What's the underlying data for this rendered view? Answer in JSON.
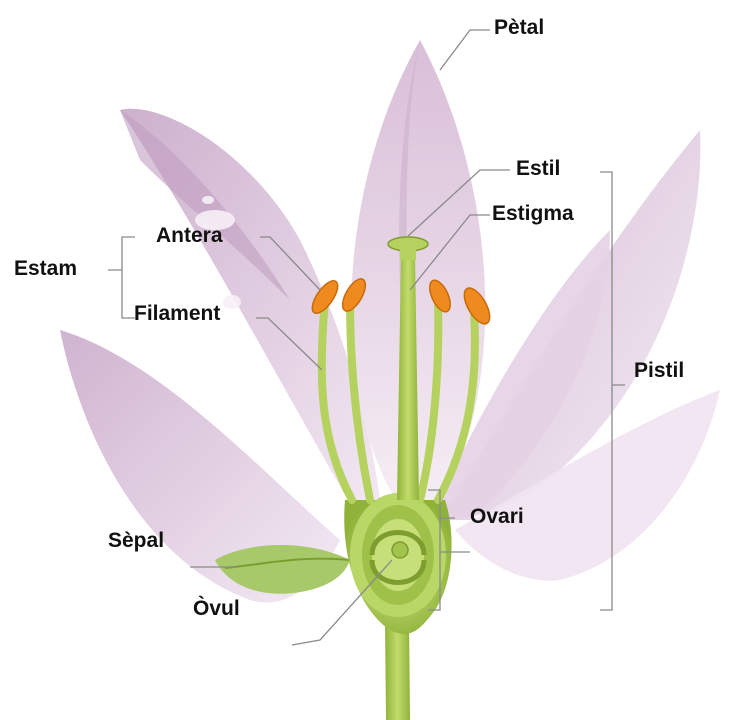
{
  "labels": {
    "petal": "Pètal",
    "estil": "Estil",
    "estigma": "Estigma",
    "estam": "Estam",
    "antera": "Antera",
    "filament": "Filament",
    "pistil": "Pistil",
    "ovari": "Ovari",
    "sepal": "Sèpal",
    "ovul": "Òvul"
  },
  "colors": {
    "petal_fill": "#e7d5e6",
    "petal_shade": "#c8a9c9",
    "stem_green": "#a8c84a",
    "stem_dark": "#7e9d2f",
    "anther_orange": "#ee8a1e",
    "label_text": "#111111",
    "leader_line": "#8a8a8a"
  }
}
